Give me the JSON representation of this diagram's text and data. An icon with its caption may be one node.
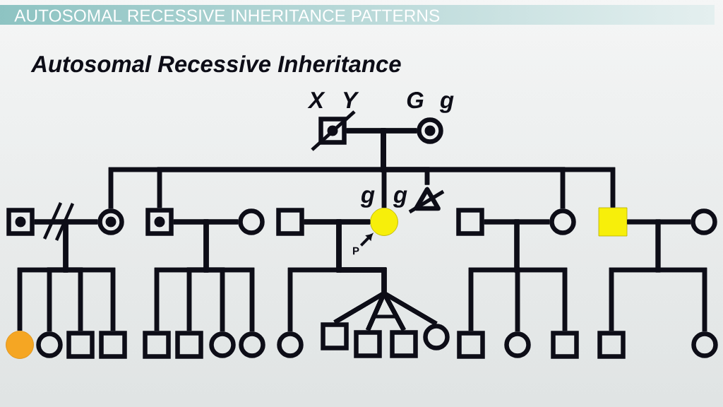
{
  "diagram": {
    "title": "Autosomal Recessive Inheritance",
    "nodes": [
      {
        "text": [],
        "shape": "box",
        "beside": [
          "X",
          "Y"
        ]
      },
      {
        "text": [],
        "shape": "circle",
        "in": 0
      },
      {
        "text": [],
        "shape": "circle",
        "beside": [
          "G",
          "g"
        ]
      },
      {
        "text": [],
        "shape": "circle",
        "in": 2
      },
      {
        "text": [],
        "shape": "box"
      },
      {
        "text": [],
        "shape": "circle",
        "in": 4
      },
      {
        "text": [],
        "shape": "circle"
      },
      {
        "text": [],
        "shape": "circle",
        "in": 6
      },
      {
        "text": [],
        "shape": "box"
      },
      {
        "text": [],
        "shape": "circle",
        "in": 8
      },
      {
        "text": [],
        "shape": "circle"
      },
      {
        "text": [],
        "shape": "box"
      },
      {
        "text": [],
        "shape": "circle",
        "beside": [
          "g",
          "g"
        ]
      },
      {
        "text": [],
        "shape": "triangle"
      },
      {
        "text": [],
        "shape": "box"
      },
      {
        "text": [],
        "shape": "circle"
      },
      {
        "text": [],
        "shape": "box"
      },
      {
        "text": [],
        "shape": "circle"
      },
      {
        "text": [
          "P"
        ]
      },
      {
        "text": [],
        "shape": "circle"
      },
      {
        "text": [],
        "shape": "circle"
      },
      {
        "text": [],
        "shape": "box"
      },
      {
        "text": [],
        "shape": "box"
      },
      {
        "text": [],
        "shape": "box"
      },
      {
        "text": [],
        "shape": "box"
      },
      {
        "text": [],
        "shape": "circle"
      },
      {
        "text": [],
        "shape": "circle"
      },
      {
        "text": [],
        "shape": "circle"
      },
      {
        "text": [],
        "shape": "box"
      },
      {
        "text": [],
        "shape": "box"
      },
      {
        "text": [],
        "shape": "box"
      },
      {
        "text": [],
        "shape": "circle"
      },
      {
        "text": [],
        "shape": "box"
      },
      {
        "text": [],
        "shape": "circle"
      },
      {
        "text": [],
        "shape": "box"
      },
      {
        "text": [],
        "shape": "box"
      },
      {
        "text": [],
        "shape": "circle"
      }
    ],
    "edges": [
      {
        "from": 0,
        "to": 2,
        "arrow": "none"
      },
      {
        "from": 0,
        "to": 6,
        "arrow": "none"
      },
      {
        "from": 0,
        "to": 8,
        "arrow": "none"
      },
      {
        "from": 0,
        "to": 12,
        "arrow": "none"
      },
      {
        "from": 0,
        "to": 13,
        "arrow": "none"
      },
      {
        "from": 0,
        "to": 15,
        "arrow": "none"
      },
      {
        "from": 0,
        "to": 16,
        "arrow": "none"
      },
      {
        "from": 2,
        "to": 6,
        "arrow": "none"
      },
      {
        "from": 2,
        "to": 8,
        "arrow": "none"
      },
      {
        "from": 2,
        "to": 12,
        "arrow": "none"
      },
      {
        "from": 2,
        "to": 13,
        "arrow": "none"
      },
      {
        "from": 2,
        "to": 15,
        "arrow": "none"
      },
      {
        "from": 2,
        "to": 16,
        "arrow": "none"
      },
      {
        "from": 4,
        "to": 6,
        "arrow": "none"
      },
      {
        "from": 4,
        "to": 19,
        "arrow": "none"
      },
      {
        "from": 4,
        "to": 20,
        "arrow": "none"
      },
      {
        "from": 4,
        "to": 21,
        "arrow": "none"
      },
      {
        "from": 4,
        "to": 22,
        "arrow": "none"
      },
      {
        "from": 6,
        "to": 19,
        "arrow": "none"
      },
      {
        "from": 6,
        "to": 20,
        "arrow": "none"
      },
      {
        "from": 6,
        "to": 21,
        "arrow": "none"
      },
      {
        "from": 6,
        "to": 22,
        "arrow": "none"
      },
      {
        "from": 8,
        "to": 10,
        "arrow": "none"
      },
      {
        "from": 8,
        "to": 23,
        "arrow": "none"
      },
      {
        "from": 8,
        "to": 24,
        "arrow": "none"
      },
      {
        "from": 8,
        "to": 25,
        "arrow": "none"
      },
      {
        "from": 8,
        "to": 26,
        "arrow": "none"
      },
      {
        "from": 10,
        "to": 23,
        "arrow": "none"
      },
      {
        "from": 10,
        "to": 24,
        "arrow": "none"
      },
      {
        "from": 10,
        "to": 25,
        "arrow": "none"
      },
      {
        "from": 10,
        "to": 26,
        "arrow": "none"
      },
      {
        "from": 11,
        "to": 12,
        "arrow": "none"
      },
      {
        "from": 11,
        "to": 27,
        "arrow": "none"
      },
      {
        "from": 11,
        "to": 28,
        "arrow": "none"
      },
      {
        "from": 11,
        "to": 29,
        "arrow": "none"
      },
      {
        "from": 11,
        "to": 30,
        "arrow": "none"
      },
      {
        "from": 11,
        "to": 31,
        "arrow": "none"
      },
      {
        "from": 12,
        "to": 27,
        "arrow": "none"
      },
      {
        "from": 12,
        "to": 28,
        "arrow": "none"
      },
      {
        "from": 12,
        "to": 29,
        "arrow": "none"
      },
      {
        "from": 12,
        "to": 30,
        "arrow": "none"
      },
      {
        "from": 12,
        "to": 31,
        "arrow": "none"
      },
      {
        "from": 14,
        "to": 15,
        "arrow": "none"
      },
      {
        "from": 14,
        "to": 32,
        "arrow": "none"
      },
      {
        "from": 14,
        "to": 33,
        "arrow": "none"
      },
      {
        "from": 14,
        "to": 34,
        "arrow": "none"
      },
      {
        "from": 15,
        "to": 32,
        "arrow": "none"
      },
      {
        "from": 15,
        "to": 33,
        "arrow": "none"
      },
      {
        "from": 15,
        "to": 34,
        "arrow": "none"
      },
      {
        "from": 16,
        "to": 17,
        "arrow": "none"
      },
      {
        "from": 16,
        "to": 35,
        "arrow": "none"
      },
      {
        "from": 16,
        "to": 36,
        "arrow": "none"
      },
      {
        "from": 17,
        "to": 35,
        "arrow": "none"
      },
      {
        "from": 17,
        "to": 36,
        "arrow": "none"
      },
      {
        "from": 18,
        "to": 12,
        "arrow": "to"
      }
    ],
    "labels": [
      "AUTOSOMAL RECESSIVE INHERITANCE PATTERNS"
    ]
  }
}
